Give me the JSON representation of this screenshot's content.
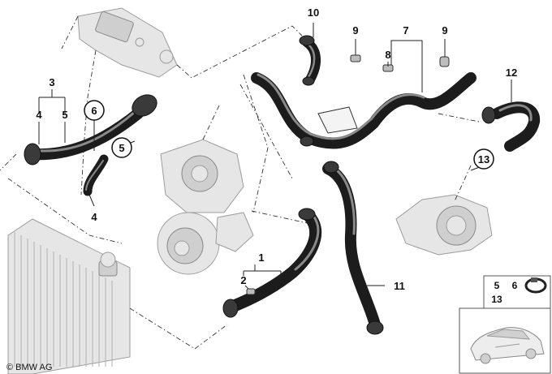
{
  "callouts": {
    "c1": "1",
    "c2": "2",
    "c3": "3",
    "c4a": "4",
    "c4b": "4",
    "c5a": "5",
    "c5b": "5",
    "c6": "6",
    "c7": "7",
    "c8": "8",
    "c9a": "9",
    "c9b": "9",
    "c10": "10",
    "c11": "11",
    "c12": "12",
    "c13": "13"
  },
  "inset": {
    "label_5": "5",
    "label_6": "6",
    "label_13": "13"
  },
  "copyright": "© BMW AG"
}
